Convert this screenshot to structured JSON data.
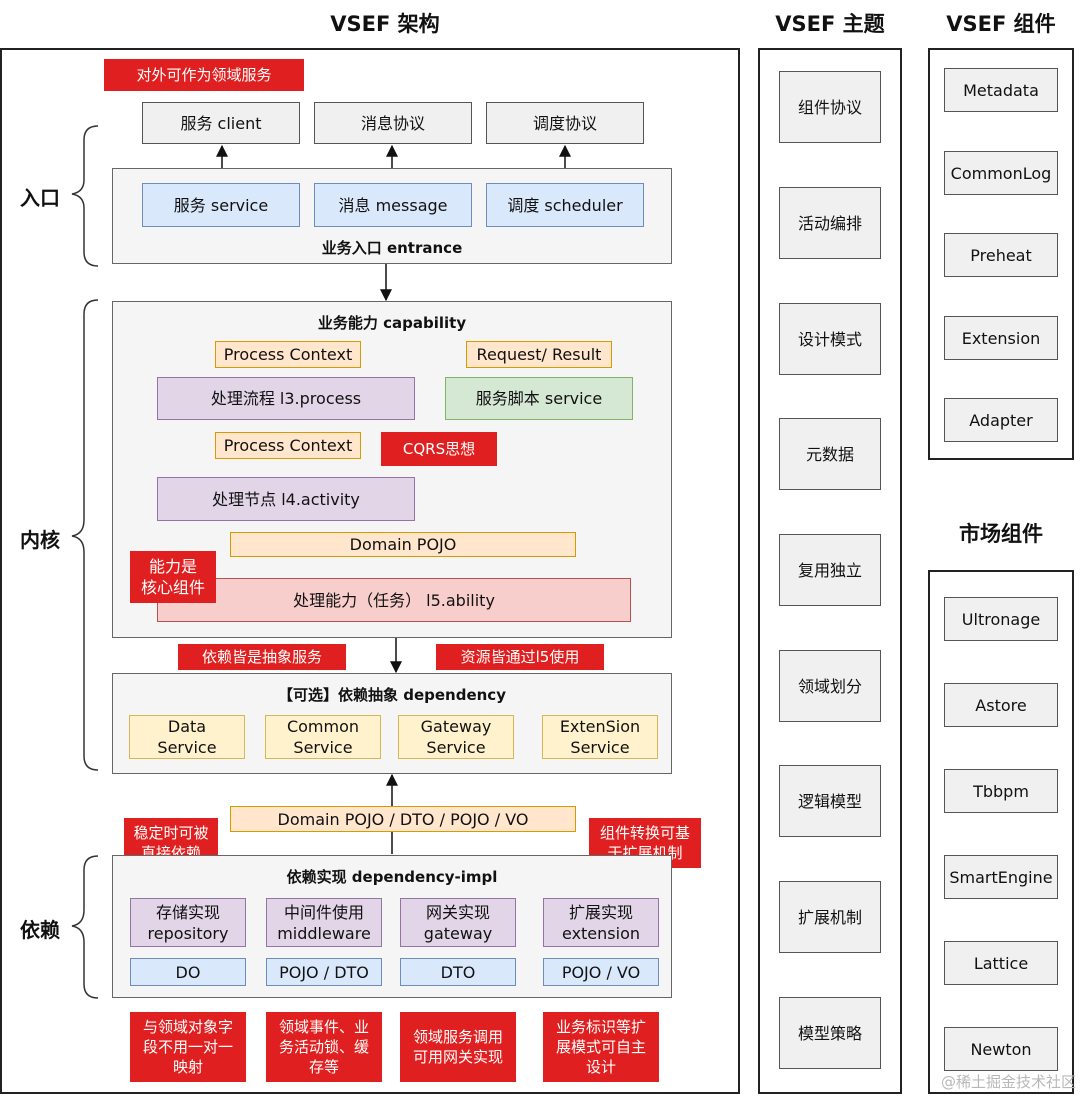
{
  "titles": {
    "architecture": "VSEF 架构",
    "themes": "VSEF 主题",
    "components": "VSEF 组件",
    "market": "市场组件"
  },
  "side_labels": {
    "entry": "入口",
    "core": "内核",
    "dependency": "依赖"
  },
  "entry": {
    "note": "对外可作为领域服务",
    "outer": [
      "服务 client",
      "消息协议",
      "调度协议"
    ],
    "inner": [
      "服务 service",
      "消息 message",
      "调度 scheduler"
    ],
    "section_label": "业务入口 entrance"
  },
  "capability": {
    "section_label": "业务能力 capability",
    "process_context_1": "Process Context",
    "request_result": "Request/ Result",
    "process": "处理流程 l3.process",
    "service_script": "服务脚本 service",
    "process_context_2": "Process Context",
    "cqrs_note": "CQRS思想",
    "activity": "处理节点 l4.activity",
    "domain_pojo": "Domain POJO",
    "core_note": "能力是\n核心组件",
    "ability": "处理能力（任务） l5.ability"
  },
  "notes_mid": {
    "abstract_services": "依赖皆是抽象服务",
    "resources_l5": "资源皆通过l5使用"
  },
  "dependency": {
    "section_label": "【可选】依赖抽象 dependency",
    "services": [
      "Data\nService",
      "Common\nService",
      "Gateway\nService",
      "ExtenSion\nService"
    ]
  },
  "impl": {
    "pojo_bar": "Domain POJO / DTO / POJO / VO",
    "note_left": "稳定时可被\n直接依赖",
    "note_right": "组件转换可基\n于扩展机制",
    "section_label": "依赖实现 dependency-impl",
    "items": [
      "存储实现\nrepository",
      "中间件使用\nmiddleware",
      "网关实现\ngateway",
      "扩展实现\nextension"
    ],
    "types": [
      "DO",
      "POJO / DTO",
      "DTO",
      "POJO / VO"
    ]
  },
  "bottom_notes": [
    "与领域对象字\n段不用一对一\n映射",
    "领域事件、业\n务活动锁、缓\n存等",
    "领域服务调用\n可用网关实现",
    "业务标识等扩\n展模式可自主\n设计"
  ],
  "themes": [
    "组件协议",
    "活动编排",
    "设计模式",
    "元数据",
    "复用独立",
    "领域划分",
    "逻辑模型",
    "扩展机制",
    "模型策略"
  ],
  "components": [
    "Metadata",
    "CommonLog",
    "Preheat",
    "Extension",
    "Adapter"
  ],
  "market": [
    "Ultronage",
    "Astore",
    "Tbbpm",
    "SmartEngine",
    "Lattice",
    "Newton"
  ],
  "watermark": "@稀土掘金技术社区"
}
